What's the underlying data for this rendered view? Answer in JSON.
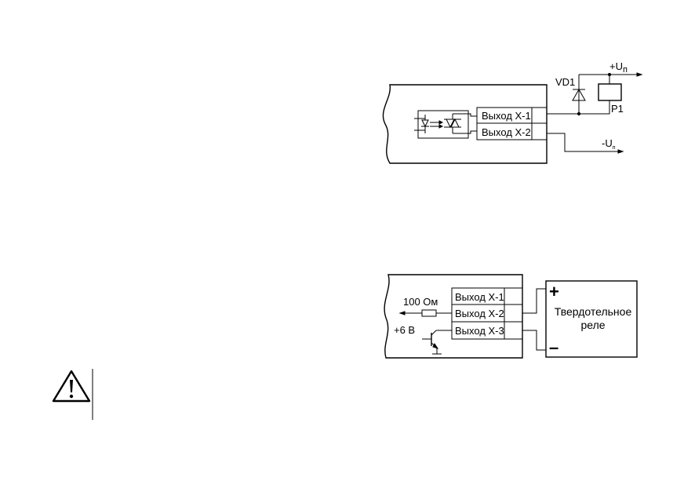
{
  "diagram1": {
    "outputs": [
      "Выход X-1",
      "Выход X-2"
    ],
    "diode": "VD1",
    "relay": "P1",
    "supply_plus": "+U",
    "supply_minus": "-U",
    "supply_subscript": "п"
  },
  "diagram2": {
    "outputs": [
      "Выход X-1",
      "Выход X-2",
      "Выход X-3"
    ],
    "resistor": "100 Ом",
    "voltage": "+6 В",
    "relay_lines": [
      "Твердотельное",
      "реле"
    ],
    "plus_sign": "+",
    "minus_sign": "–"
  },
  "warning": {
    "icon": "warning-triangle-icon"
  }
}
